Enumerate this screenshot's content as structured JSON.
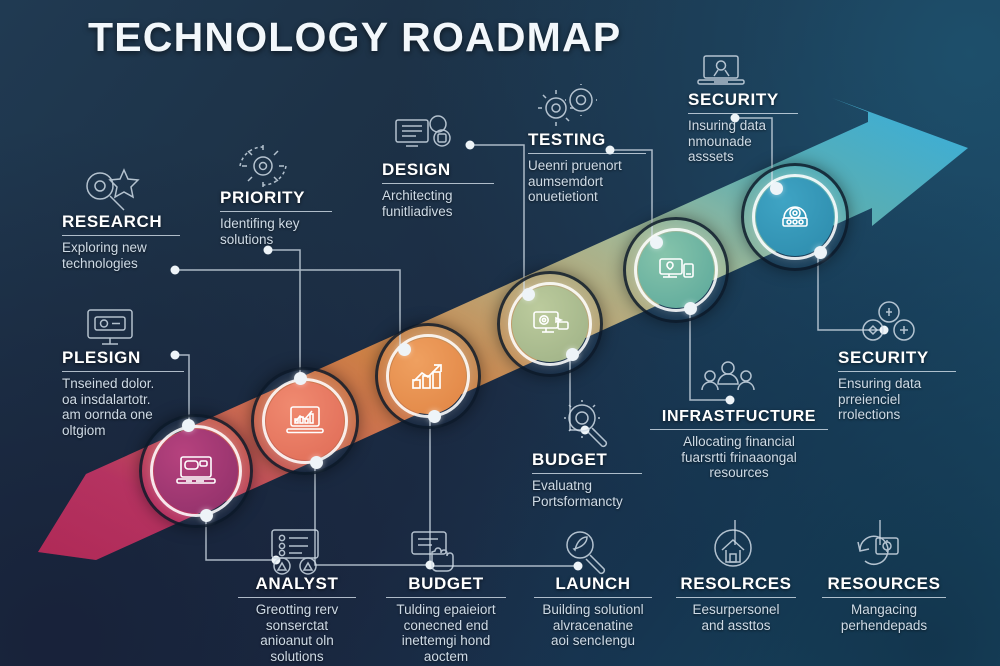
{
  "title": "TECHNOLOGY ROADMAP",
  "colors": {
    "bg_dark_navy": "#1d3247",
    "bg_teal": "#1c5874",
    "ribbon_magenta": "#e0356f",
    "ribbon_pink": "#d9417e",
    "ribbon_coral": "#ef7a62",
    "ribbon_orange": "#e8914f",
    "ribbon_khaki": "#cbb581",
    "ribbon_sage": "#a8c3a0",
    "ribbon_teal": "#4fb3b0",
    "ribbon_cyan": "#29a8dc",
    "node_label": "#ffffff",
    "sub_label": "#cfdbe6"
  },
  "nodes": [
    {
      "id": "node-1",
      "icon": "laptop-chat-icon",
      "color": "#a8336f"
    },
    {
      "id": "node-2",
      "icon": "laptop-chart-icon",
      "color": "#e8745f"
    },
    {
      "id": "node-3",
      "icon": "bar-chart-growth-icon",
      "color": "#e8904e"
    },
    {
      "id": "node-4",
      "icon": "monitor-settings-icon",
      "color": "#aab98d"
    },
    {
      "id": "node-5",
      "icon": "monitor-devices-icon",
      "color": "#6bb49e"
    },
    {
      "id": "node-6",
      "icon": "security-badge-icon",
      "color": "#2f93b5"
    }
  ],
  "labels": [
    {
      "id": "research",
      "heading": "RESEARCH",
      "lines": [
        "Exploring new",
        "technologies"
      ],
      "icon": "magnifier-star-icon"
    },
    {
      "id": "priority",
      "heading": "PRIORITY",
      "lines": [
        "Identifing key",
        "solutions"
      ],
      "icon": "gear-cycle-icon"
    },
    {
      "id": "design-top",
      "heading": "DESIGN",
      "lines": [
        "Architecting",
        "funitliadives"
      ],
      "icon": "monitor-layers-icon"
    },
    {
      "id": "testing",
      "heading": "TESTING",
      "lines": [
        "Ueenri pruenort",
        "aumsemdort",
        "onuetietiont"
      ],
      "icon": "gears-icon"
    },
    {
      "id": "security-top",
      "heading": "SECURITY",
      "lines": [
        "Insuring data",
        "nmounade",
        "asssets"
      ],
      "icon": "laptop-shield-icon"
    },
    {
      "id": "design-left",
      "heading": "PLESIGN",
      "lines": [
        "Tnseined dolor.",
        "oa insdalartotr.",
        "am oornda one",
        "oltgiom"
      ],
      "icon": "monitor-card-icon"
    },
    {
      "id": "budget-mid",
      "heading": "BUDGET",
      "lines": [
        "Evaluatng",
        "Portsformancty"
      ],
      "icon": "magnifier-gear-icon"
    },
    {
      "id": "infrastructure",
      "heading": "INFRASTFUCTURE",
      "lines": [
        "Allocating financial",
        "fuarsrtti frinaaongal",
        "resources"
      ],
      "icon": "people-group-icon"
    },
    {
      "id": "security-right",
      "heading": "SECURITY",
      "lines": [
        "Ensuring data",
        "prreienciel",
        "rrolections"
      ],
      "icon": "coins-cycle-icon"
    },
    {
      "id": "analyst",
      "heading": "ANALYST",
      "lines": [
        "Greotting rerv",
        "sonserctat",
        "anioanut oln",
        "solutions"
      ],
      "icon": "dashboard-grid-icon"
    },
    {
      "id": "budget-bottom",
      "heading": "BUDGET",
      "lines": [
        "Tulding epaieiort",
        "conecned end",
        "inettemgi hond",
        "aoctem"
      ],
      "icon": "hand-touch-icon"
    },
    {
      "id": "launch",
      "heading": "LAUNCH",
      "lines": [
        "Building solutionl",
        "alvracenatine",
        "aoi sencIengu"
      ],
      "icon": "magnifier-rocket-icon"
    },
    {
      "id": "resources-left",
      "heading": "RESOLRCES",
      "lines": [
        "Eesurpersonel",
        "and assttos"
      ],
      "icon": "home-shield-icon"
    },
    {
      "id": "resources-right",
      "heading": "RESOURCES",
      "lines": [
        "Mangacing",
        "perhendepads"
      ],
      "icon": "refresh-settings-icon"
    }
  ]
}
